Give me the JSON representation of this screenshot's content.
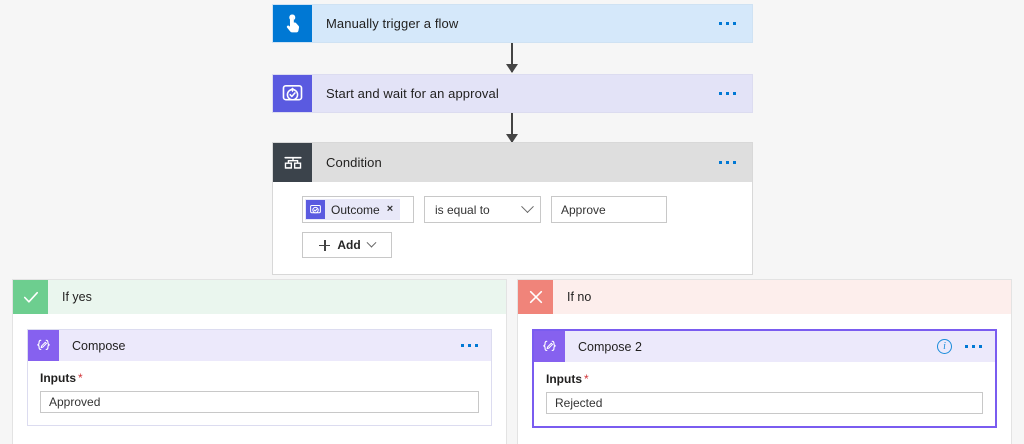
{
  "flow": {
    "nodes": [
      {
        "id": "trigger",
        "title": "Manually trigger a flow",
        "icon": "hand-tap-icon",
        "icon_color": "#0078d4",
        "card_color": "#d5e8fa",
        "menu": "more-options"
      },
      {
        "id": "approval",
        "title": "Start and wait for an approval",
        "icon": "approval-check-icon",
        "icon_color": "#5a5ae0",
        "card_color": "#e3e3f7",
        "menu": "more-options"
      }
    ],
    "condition": {
      "title": "Condition",
      "icon": "condition-branch-icon",
      "icon_color": "#3b434b",
      "header_color": "#dedede",
      "menu": "more-options",
      "row": {
        "token": {
          "label": "Outcome",
          "icon": "approval-check-icon",
          "remove": "×"
        },
        "operator": "is equal to",
        "operator_chevron": "chevron-down-icon",
        "value": "Approve"
      },
      "add_button": {
        "label": "Add",
        "plus": "plus-icon",
        "chevron": "chevron-down-icon"
      }
    },
    "branches": [
      {
        "id": "yes",
        "label": "If yes",
        "badge_icon": "check-icon",
        "badge_color": "#6dce8f",
        "header_color": "#eaf6ee",
        "action": {
          "title": "Compose",
          "icon": "compose-braces-icon",
          "icon_color": "#8661ef",
          "selected": false,
          "has_info": false,
          "menu": "more-options",
          "field_label": "Inputs",
          "required_marker": "*",
          "field_value": "Approved"
        }
      },
      {
        "id": "no",
        "label": "If no",
        "badge_icon": "close-icon",
        "badge_color": "#f0847a",
        "header_color": "#fdeeec",
        "action": {
          "title": "Compose 2",
          "icon": "compose-braces-icon",
          "icon_color": "#8661ef",
          "selected": true,
          "has_info": true,
          "info_icon": "info-icon",
          "info_glyph": "i",
          "menu": "more-options",
          "field_label": "Inputs",
          "required_marker": "*",
          "field_value": "Rejected"
        }
      }
    ]
  },
  "colors": {
    "canvas": "#f6f6f6",
    "accent_blue": "#0078d4",
    "accent_purple": "#5a5ae0",
    "compose_purple": "#8661ef",
    "selected_border": "#7a5cf0",
    "success_green": "#6dce8f",
    "error_red": "#f0847a",
    "required_red": "#d13438",
    "arrow": "#444444"
  }
}
